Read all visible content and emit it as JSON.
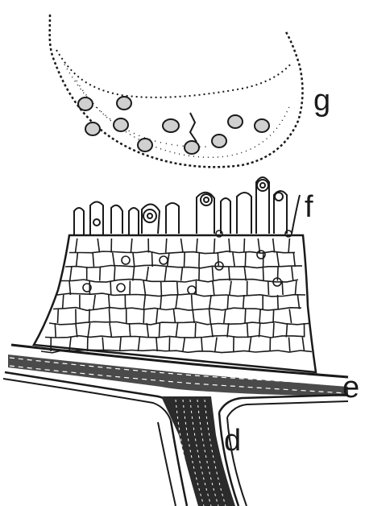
{
  "labels": {
    "g": "g",
    "f": "f",
    "e": "e",
    "d": "d"
  },
  "colors": {
    "ink": "#1a1a1a",
    "paper": "#ffffff"
  }
}
